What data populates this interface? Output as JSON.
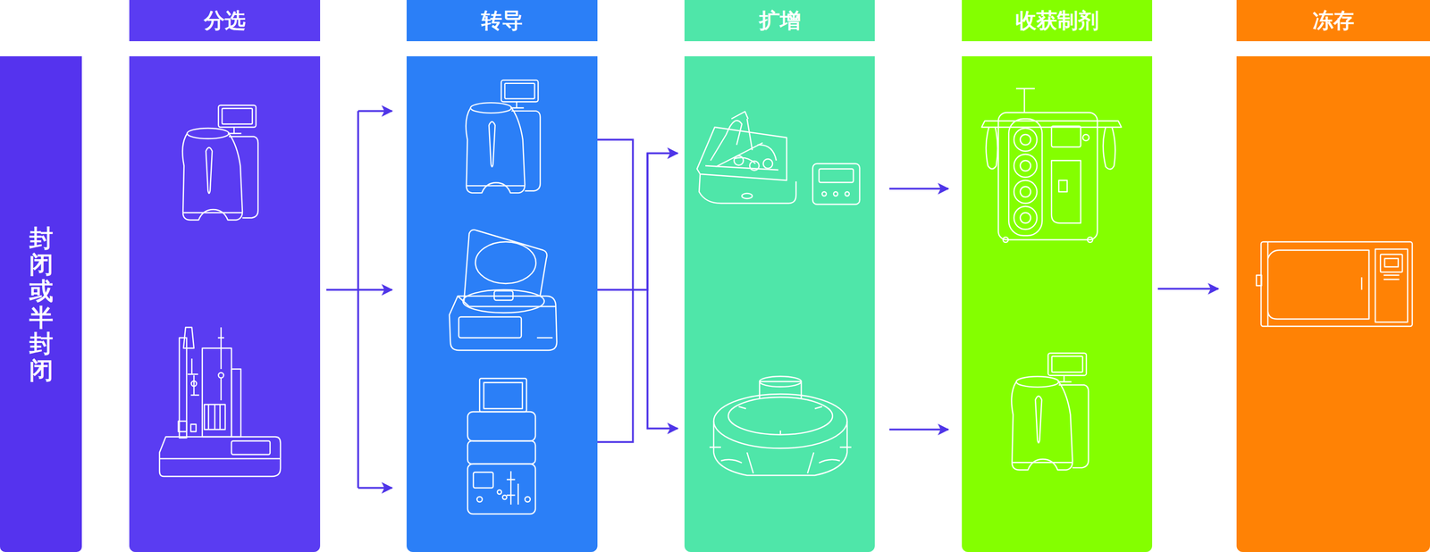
{
  "diagram": {
    "nodes": [
      {
        "text": [
          "封闭或半封闭"
        ]
      },
      {
        "text": [
          "分选"
        ]
      },
      {
        "text": [
          "转导"
        ]
      },
      {
        "text": [
          "扩增"
        ]
      },
      {
        "text": [
          "收获制剂"
        ]
      },
      {
        "text": [
          "冻存"
        ]
      }
    ],
    "edges": [
      {
        "from": 1,
        "to": 2,
        "arrow": "to"
      },
      {
        "from": 2,
        "to": 3,
        "arrow": "to"
      },
      {
        "from": 3,
        "to": 4,
        "arrow": "to"
      },
      {
        "from": 3,
        "to": 4,
        "arrow": "to"
      },
      {
        "from": 4,
        "to": 5,
        "arrow": "to"
      }
    ]
  }
}
